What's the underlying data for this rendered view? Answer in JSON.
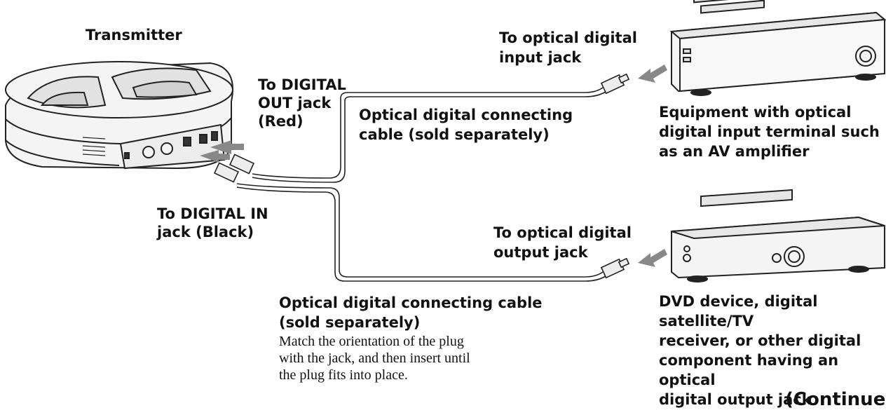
{
  "labels": {
    "transmitter": "Transmitter",
    "to_digital_out": "To DIGITAL\nOUT jack\n(Red)",
    "to_digital_in": "To DIGITAL IN\njack (Black)",
    "cable_upper": "Optical digital connecting\ncable (sold separately)",
    "to_input_jack": "To optical digital\ninput jack",
    "equipment_input": "Equipment with optical\ndigital input terminal such\nas an AV amplifier",
    "to_output_jack": "To optical digital\noutput jack",
    "equipment_output": "DVD device, digital satellite/TV\nreceiver, or other digital\ncomponent having an optical\ndigital output jack",
    "cable_lower_title": "Optical digital connecting cable\n(sold separately)",
    "cable_lower_note": "Match the orientation of the plug\nwith the jack, and then insert until\nthe plug fits into place.",
    "continued": "(Continued"
  },
  "colors": {
    "line": "#222222",
    "arrow": "#888888",
    "device_fill": "#f2f2f2"
  }
}
